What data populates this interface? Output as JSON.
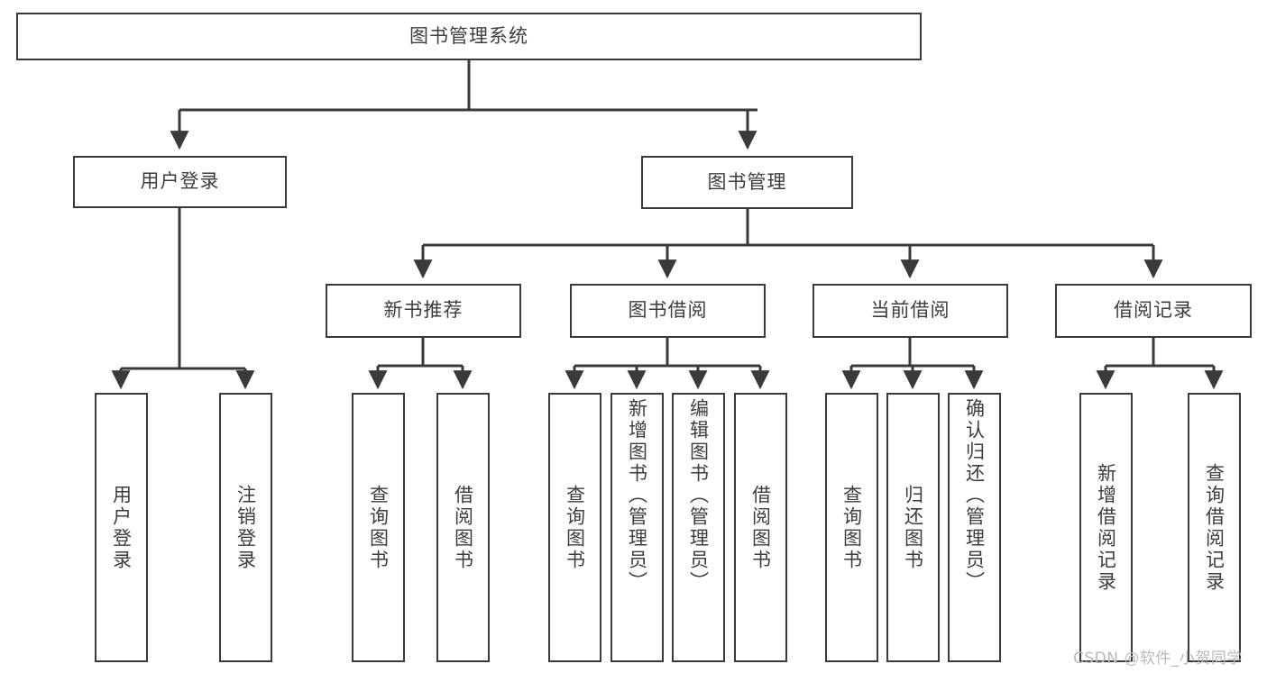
{
  "diagram": {
    "title_node": {
      "label": "图书管理系统"
    },
    "level2": [
      {
        "label": "用户登录"
      },
      {
        "label": "图书管理"
      }
    ],
    "level3": [
      {
        "label": "新书推荐"
      },
      {
        "label": "图书借阅"
      },
      {
        "label": "当前借阅"
      },
      {
        "label": "借阅记录"
      }
    ],
    "leaves": {
      "user_login": [
        {
          "label": "用户登录"
        },
        {
          "label": "注销登录"
        }
      ],
      "new_book_recommend": [
        {
          "label": "查询图书"
        },
        {
          "label": "借阅图书"
        }
      ],
      "book_borrow": [
        {
          "label": "查询图书"
        },
        {
          "label": "新增图书（管理员）"
        },
        {
          "label": "编辑图书（管理员）"
        },
        {
          "label": "借阅图书"
        }
      ],
      "current_borrow": [
        {
          "label": "查询图书"
        },
        {
          "label": "归还图书"
        },
        {
          "label": "确认归还（管理员）"
        }
      ],
      "borrow_record": [
        {
          "label": "新增借阅记录"
        },
        {
          "label": "查询借阅记录"
        }
      ]
    }
  },
  "watermark": {
    "text": "CSDN @软件_小贺同学"
  },
  "colors": {
    "stroke": "#3a3a3a",
    "text": "#3d3d3d",
    "background": "#ffffff",
    "watermark": "#b9b9b9"
  }
}
